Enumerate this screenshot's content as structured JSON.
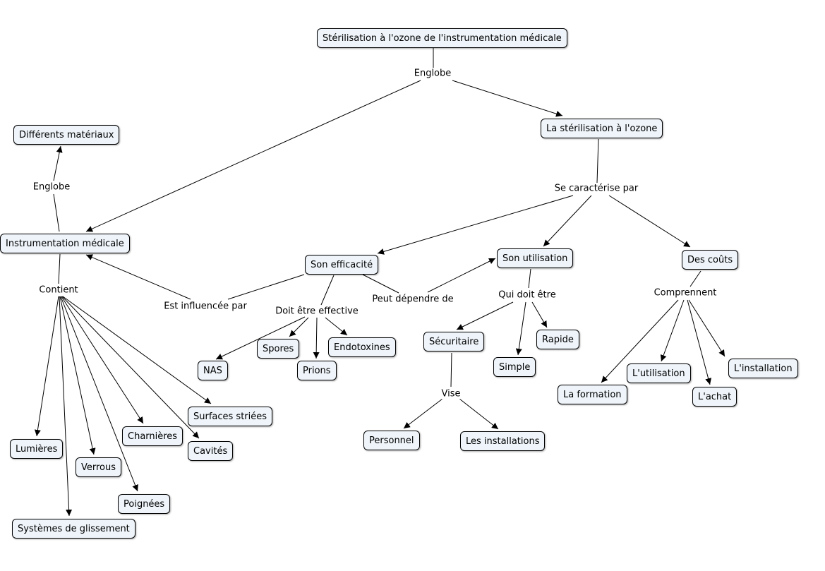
{
  "nodes": {
    "root": "Stérilisation à l'ozone de l'instrumentation médicale",
    "sterilisation": "La stérilisation à l'ozone",
    "materiaux": "Différents matériaux",
    "instrumentation": "Instrumentation médicale",
    "efficacite": "Son efficacité",
    "utilisation": "Son utilisation",
    "couts": "Des coûts",
    "nas": "NAS",
    "spores": "Spores",
    "prions": "Prions",
    "endotoxines": "Endotoxines",
    "securitaire": "Sécuritaire",
    "simple": "Simple",
    "rapide": "Rapide",
    "personnel": "Personnel",
    "installations": "Les installations",
    "formation": "La formation",
    "l_utilisation": "L'utilisation",
    "achat": "L'achat",
    "installation": "L'installation",
    "surfaces": "Surfaces striées",
    "charnieres": "Charnières",
    "cavites": "Cavités",
    "lumieres": "Lumières",
    "verrous": "Verrous",
    "poignees": "Poignées",
    "glissement": "Systèmes de glissement"
  },
  "links": {
    "englobe_top": "Englobe",
    "englobe_left": "Englobe",
    "caracterise": "Se caractérise par",
    "contient": "Contient",
    "influencee": "Est influencée par",
    "effective": "Doit être effective",
    "depend": "Peut dépendre de",
    "qui_doit": "Qui doit être",
    "comprennent": "Comprennent",
    "vise": "Vise"
  },
  "colors": {
    "node_fill": "#eef4f9",
    "stroke": "#000000"
  }
}
